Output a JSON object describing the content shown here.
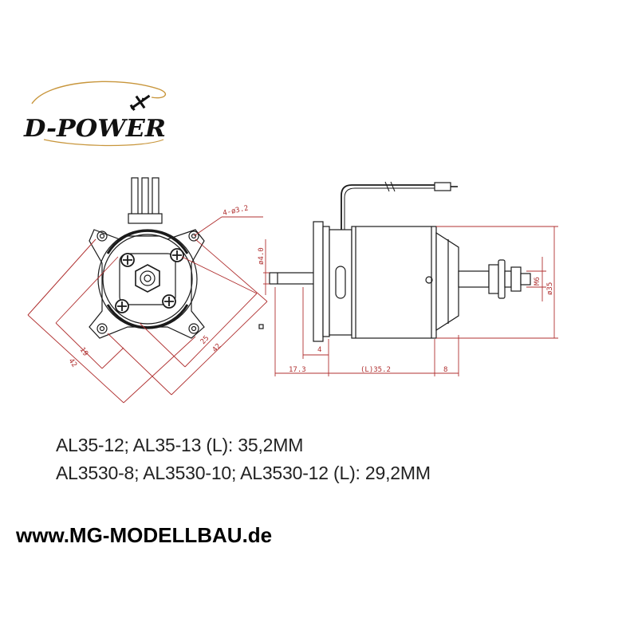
{
  "logo": {
    "text": "D-POWER",
    "icon": "airplane-icon"
  },
  "drawing": {
    "front_view": {
      "hole_label": "4-ø3.2",
      "dim_19": "19",
      "dim_42_left": "42",
      "dim_25": "25",
      "dim_42_right": "42"
    },
    "side_view": {
      "dim_dia4": "ø4.0",
      "dim_4": "4",
      "dim_17_3": "17.3",
      "dim_length": "(L)35.2",
      "dim_8": "8",
      "dim_m6": "M6",
      "dim_dia35": "ø35"
    }
  },
  "specs": {
    "line1": "AL35-12; AL35-13 (L): 35,2MM",
    "line2": "AL3530-8; AL3530-10; AL3530-12 (L): 29,2MM"
  },
  "website": "www.MG-MODELLBAU.de",
  "colors": {
    "drawing": "#1a1a1a",
    "dimension": "#b03030",
    "logo_swoosh": "#c8963c"
  }
}
